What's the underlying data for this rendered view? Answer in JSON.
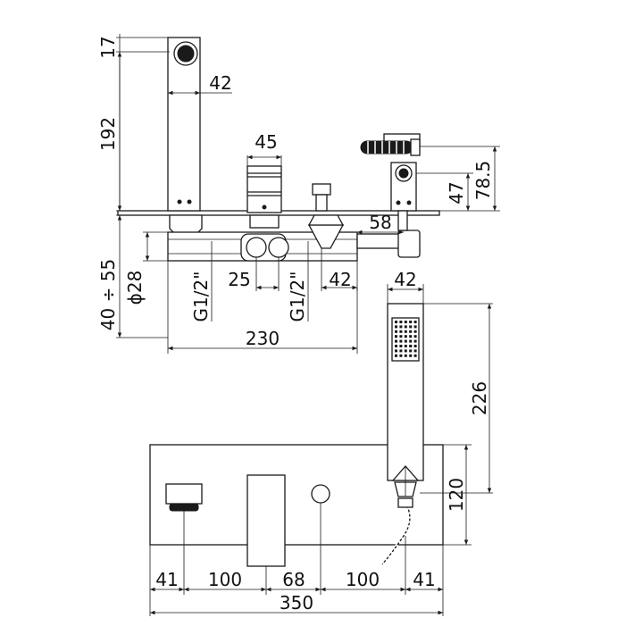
{
  "drawing": {
    "stroke_color": "#1a1a1a",
    "background": "#ffffff"
  },
  "dimensions": {
    "spout_top": "17",
    "spout_depth": "42",
    "spout_height": "192",
    "diverter_width": "45",
    "holder_height_outer": "78.5",
    "holder_height_inner": "47",
    "holder_offset": "58",
    "wall_range": "40 ÷ 55",
    "pipe_diameter": "ϕ28",
    "inlet_left": "G1/2\"",
    "inlet_spacing": "25",
    "inlet_right": "G1/2\"",
    "valve_width": "42",
    "box_width": "230",
    "handshower_width": "42",
    "handshower_length": "226",
    "plate_height": "120",
    "front_41_left": "41",
    "front_100_left": "100",
    "front_68": "68",
    "front_100_right": "100",
    "front_41_right": "41",
    "plate_width": "350"
  }
}
